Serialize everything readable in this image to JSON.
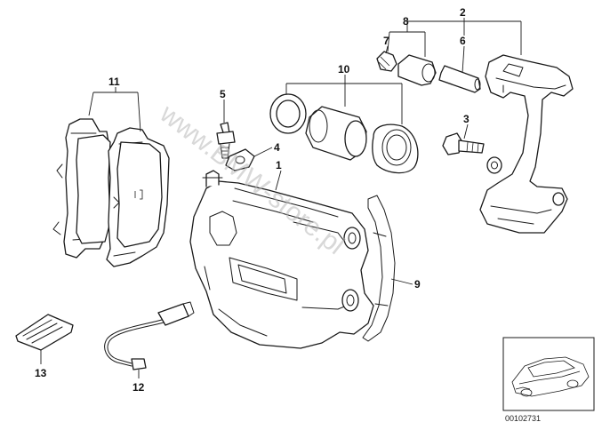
{
  "diagram": {
    "callouts": [
      "1",
      "2",
      "3",
      "4",
      "5",
      "6",
      "7",
      "8",
      "9",
      "10",
      "11",
      "12",
      "13"
    ],
    "reference_number": "00102731",
    "watermark": "www.BMW-store.pl",
    "colors": {
      "line": "#1a1a1a",
      "background": "#ffffff",
      "watermark": "#b8b8b8"
    }
  }
}
